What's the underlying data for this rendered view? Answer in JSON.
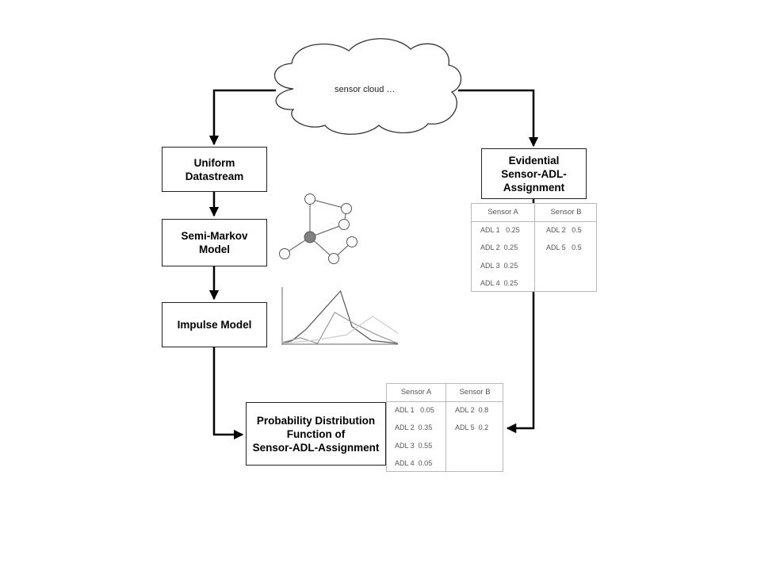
{
  "cloud": {
    "label": "sensor cloud …"
  },
  "boxes": {
    "uniform": "Uniform\nDatastream",
    "semi_markov": "Semi-Markov\nModel",
    "impulse": "Impulse  Model",
    "evidential": "Evidential\nSensor-ADL-\nAssignment",
    "pdf": "Probability Distribution\nFunction  of\nSensor-ADL-Assignment"
  },
  "table_evidential": {
    "headers": [
      "Sensor A",
      "Sensor B"
    ],
    "col_a": [
      "ADL 1   0.25",
      "ADL 2  0.25",
      "ADL 3  0.25",
      "ADL 4  0.25"
    ],
    "col_b": [
      "ADL 2   0.5",
      "ADL 5   0.5"
    ]
  },
  "table_pdf": {
    "headers": [
      "Sensor A",
      "Sensor B"
    ],
    "col_a": [
      "ADL 1   0.05",
      "ADL 2  0.35",
      "ADL 3  0.55",
      "ADL 4  0.05"
    ],
    "col_b": [
      "ADL 2  0.8",
      "ADL 5  0.2"
    ]
  },
  "chart_data": {
    "type": "line",
    "title": "",
    "xlabel": "",
    "ylabel": "",
    "series": [
      {
        "color": "#555555",
        "points": [
          [
            0,
            0.0
          ],
          [
            0.08,
            0.05
          ],
          [
            0.2,
            0.25
          ],
          [
            0.5,
            0.93
          ],
          [
            0.6,
            0.3
          ],
          [
            0.77,
            0.05
          ],
          [
            1,
            0.0
          ]
        ]
      },
      {
        "color": "#999999",
        "points": [
          [
            0,
            0.02
          ],
          [
            0.15,
            0.1
          ],
          [
            0.3,
            0.0
          ],
          [
            0.45,
            0.55
          ],
          [
            0.62,
            0.35
          ],
          [
            0.82,
            0.15
          ],
          [
            1,
            0.0
          ]
        ]
      },
      {
        "color": "#cccccc",
        "points": [
          [
            0,
            0.0
          ],
          [
            0.25,
            0.05
          ],
          [
            0.55,
            0.15
          ],
          [
            0.78,
            0.48
          ],
          [
            1,
            0.18
          ]
        ]
      }
    ]
  },
  "colors": {
    "stroke": "#000000",
    "table_border": "#b8b8b8",
    "node_fill": "#808080"
  }
}
